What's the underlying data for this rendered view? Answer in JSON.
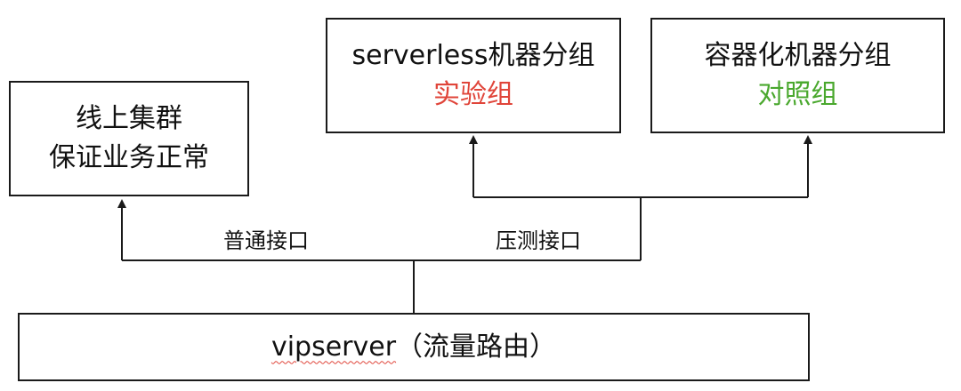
{
  "nodes": {
    "online_cluster": {
      "lines": [
        "线上集群",
        "保证业务正常"
      ]
    },
    "serverless_group": {
      "title": "serverless机器分组",
      "tag": "实验组",
      "tag_color": "#e0453a"
    },
    "container_group": {
      "title": "容器化机器分组",
      "tag": "对照组",
      "tag_color": "#4aa82e"
    },
    "vipserver": {
      "name": "vipserver",
      "suffix": "（流量路由）"
    }
  },
  "edges": {
    "normal_api_label": "普通接口",
    "stress_api_label": "压测接口"
  },
  "colors": {
    "stroke": "#1a1a1a",
    "experiment": "#e0453a",
    "control": "#4aa82e"
  }
}
